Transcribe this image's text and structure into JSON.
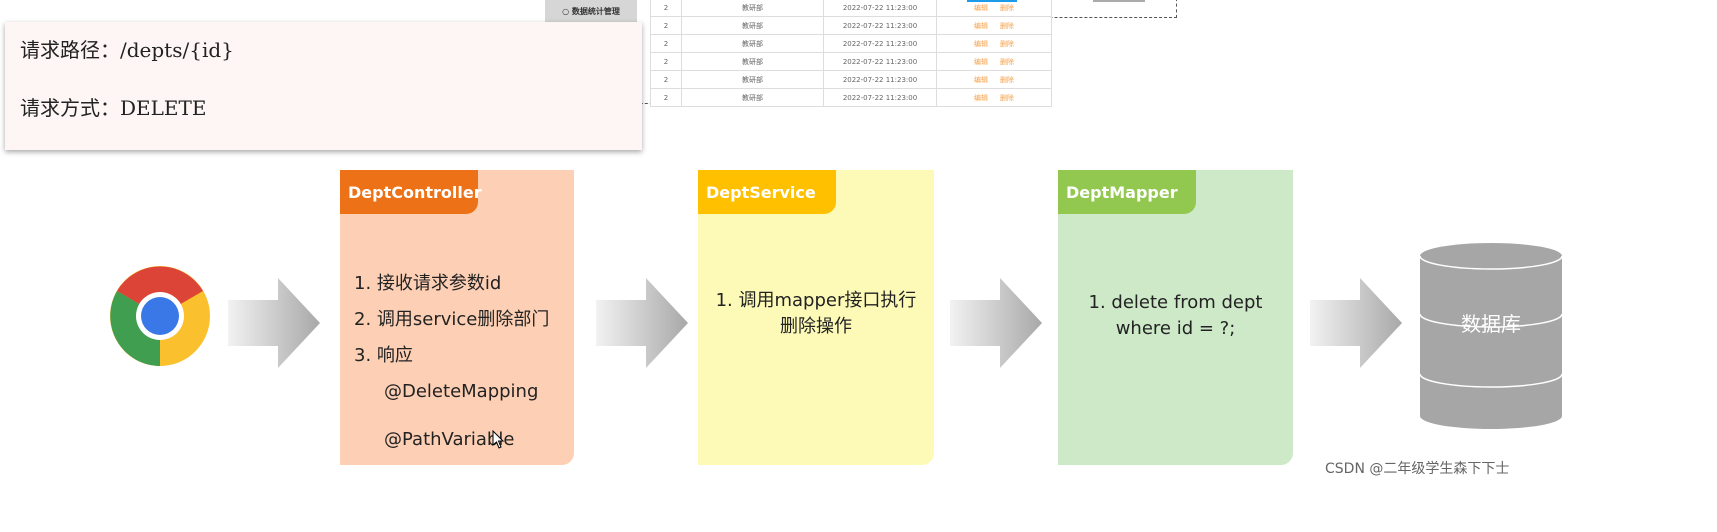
{
  "background_table": {
    "sidebar_item": "○ 数据统计管理",
    "rows": [
      {
        "id": "2",
        "name": "教研部",
        "time": "2022-07-22 11:23:00",
        "edit": "编辑",
        "delete": "删除"
      },
      {
        "id": "2",
        "name": "教研部",
        "time": "2022-07-22 11:23:00",
        "edit": "编辑",
        "delete": "删除"
      },
      {
        "id": "2",
        "name": "教研部",
        "time": "2022-07-22 11:23:00",
        "edit": "编辑",
        "delete": "删除"
      },
      {
        "id": "2",
        "name": "教研部",
        "time": "2022-07-22 11:23:00",
        "edit": "编辑",
        "delete": "删除"
      },
      {
        "id": "2",
        "name": "教研部",
        "time": "2022-07-22 11:23:00",
        "edit": "编辑",
        "delete": "删除"
      },
      {
        "id": "2",
        "name": "教研部",
        "time": "2022-07-22 11:23:00",
        "edit": "编辑",
        "delete": "删除"
      }
    ]
  },
  "request": {
    "path": "请求路径：/depts/{id}",
    "method": "请求方式：DELETE"
  },
  "controller": {
    "title": "DeptController",
    "steps": [
      "1.  接收请求参数id",
      "2.  调用service删除部门",
      "3.  响应"
    ],
    "annotations": [
      "@DeleteMapping",
      "@PathVariable"
    ],
    "color": "#ed7117",
    "bg": "#fdd0b5"
  },
  "service": {
    "title": "DeptService",
    "line1": "1.  调用mapper接口执行",
    "line2": "删除操作",
    "color": "#ffc000",
    "bg": "#fdfab8"
  },
  "mapper": {
    "title": "DeptMapper",
    "line1": "1.  delete from dept",
    "line2": "where id = ?;",
    "color": "#92c850",
    "bg": "#cde9c8"
  },
  "database": {
    "label": "数据库"
  },
  "watermark": "CSDN @二年级学生森下下士",
  "icons": [
    "chrome-icon",
    "arrow-right-icon",
    "database-icon",
    "mouse-cursor-icon"
  ]
}
